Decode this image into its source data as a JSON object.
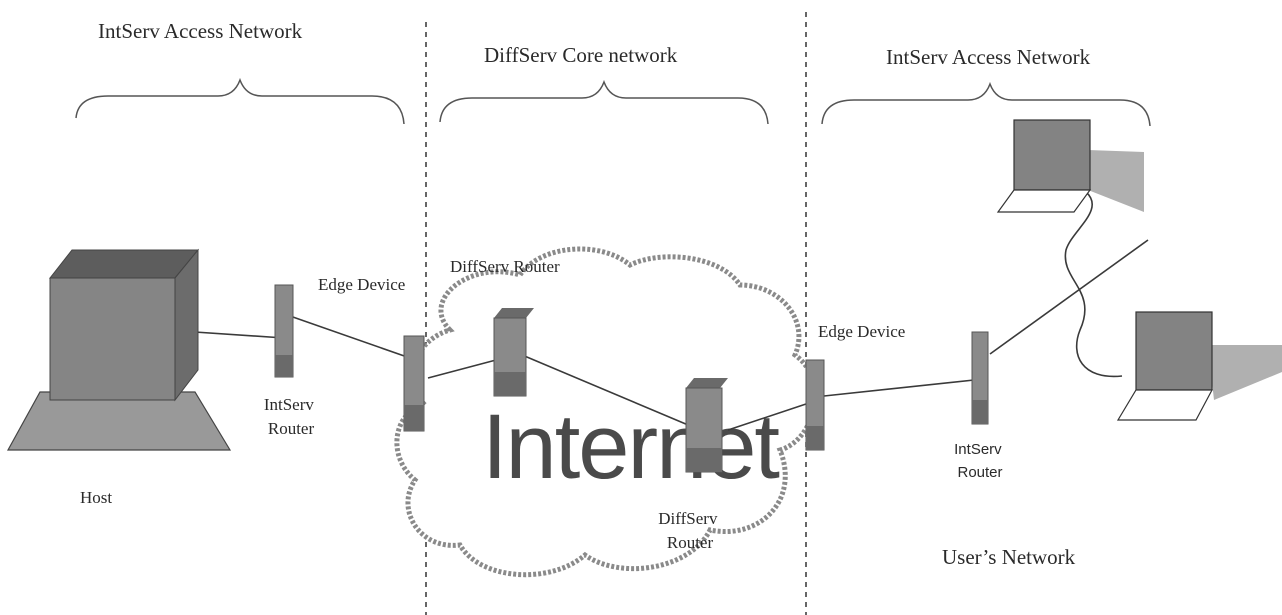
{
  "regions": {
    "left": "IntServ Access Network",
    "middle": "DiffServ Core network",
    "right": "IntServ Access Network"
  },
  "labels": {
    "host": "Host",
    "intserv_router_left": [
      "IntServ",
      "Router"
    ],
    "edge_device_left": "Edge Device",
    "diffserv_router_top": "DiffServ Router",
    "internet": "Internet",
    "diffserv_router_bottom": [
      "DiffServ",
      "Router"
    ],
    "edge_device_right": "Edge Device",
    "intserv_router_right": [
      "IntServ",
      "Router"
    ],
    "users_network": "User’s Network"
  },
  "icons": {
    "host": "desktop-computer-icon",
    "router": "router-icon",
    "laptop": "laptop-icon",
    "cloud": "cloud-icon"
  },
  "colors": {
    "device_fill": "#8a8a8a",
    "device_dark": "#6a6a6a",
    "device_top": "#5f5f5f",
    "shadow": "#a8a8a8",
    "line": "#3a3a3a",
    "cloud_outline": "#7a7a7a"
  }
}
